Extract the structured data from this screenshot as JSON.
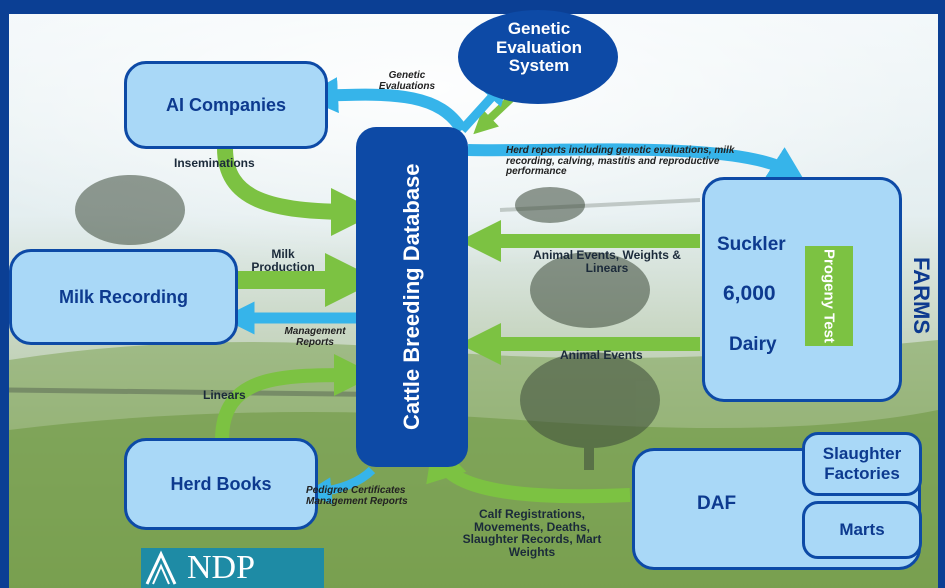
{
  "nodes": {
    "genetic_evaluation_system": "Genetic Evaluation System",
    "ai_companies": "AI Companies",
    "milk_recording": "Milk Recording",
    "herd_books": "Herd Books",
    "cattle_breeding_database": "Cattle Breeding Database",
    "farms": {
      "title": "FARMS",
      "suckler": "Suckler",
      "count": "6,000",
      "dairy": "Dairy",
      "progeny_test": "Progeny Test"
    },
    "daf": "DAF",
    "slaughter_factories": "Slaughter Factories",
    "marts": "Marts"
  },
  "flows": {
    "genetic_evaluations": "Genetic Evaluations",
    "inseminations": "Inseminations",
    "milk_production": "Milk Production",
    "management_reports": "Management Reports",
    "linears": "Linears",
    "pedigree_certificates": "Pedigree Certificates",
    "management_reports_2": "Management Reports",
    "herd_reports": "Herd reports including genetic evaluations, milk recording, calving, mastitis and reproductive performance",
    "animal_events_weights": "Animal Events, Weights & Linears",
    "animal_events": "Animal Events",
    "calf_registrations": "Calf Registrations, Movements, Deaths, Slaughter Records, Mart Weights"
  },
  "logo": "NDP",
  "colors": {
    "frame": "#0b3f94",
    "box_fill": "#a9d8f7",
    "database": "#0d4aa6",
    "arrow_green": "#7cc242",
    "arrow_blue": "#36b4ea",
    "progeny": "#7cc242"
  }
}
